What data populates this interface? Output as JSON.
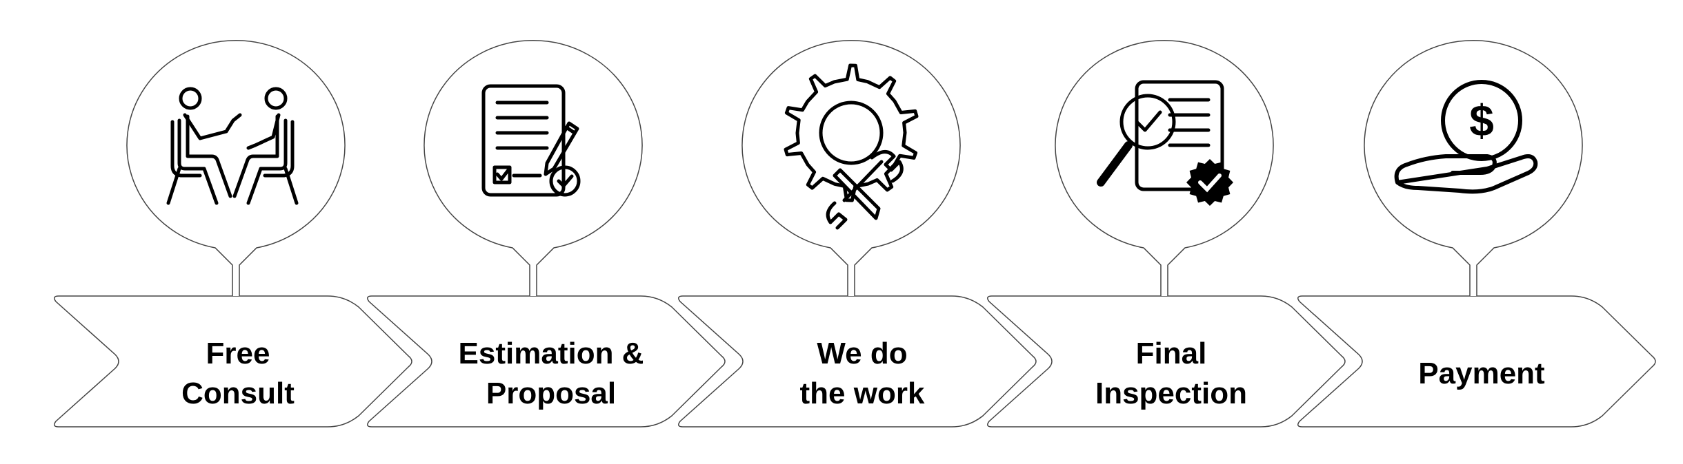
{
  "steps": [
    {
      "icon": "consultation-icon",
      "lines": [
        "Free",
        "Consult"
      ]
    },
    {
      "icon": "document-pencil-icon",
      "lines": [
        "Estimation &",
        "Proposal"
      ]
    },
    {
      "icon": "gear-tools-icon",
      "lines": [
        "We do",
        "the work"
      ]
    },
    {
      "icon": "inspection-icon",
      "lines": [
        "Final",
        "Inspection"
      ]
    },
    {
      "icon": "payment-icon",
      "lines": [
        "Payment"
      ]
    }
  ]
}
